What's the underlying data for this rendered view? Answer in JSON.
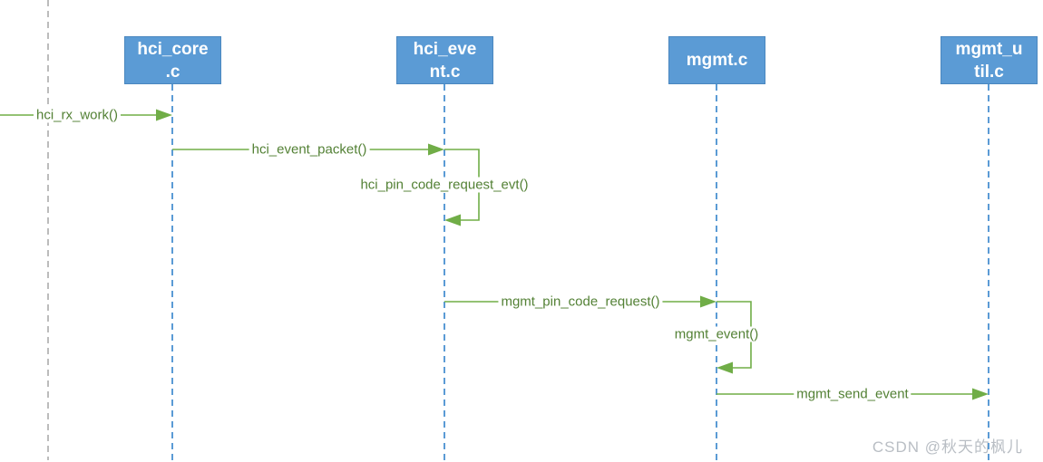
{
  "diagram": {
    "type": "sequence-diagram",
    "actors": [
      {
        "id": "hci_core",
        "full_name": "hci_core.c",
        "line1": "hci_core",
        "line2": ".c"
      },
      {
        "id": "hci_event",
        "full_name": "hci_event.c",
        "line1": "hci_eve",
        "line2": "nt.c"
      },
      {
        "id": "mgmt",
        "full_name": "mgmt.c",
        "line1": "mgmt.c",
        "line2": ""
      },
      {
        "id": "mgmt_util",
        "full_name": "mgmt_util.c",
        "line1": "mgmt_u",
        "line2": "til.c"
      }
    ],
    "messages": [
      {
        "label": "hci_rx_work()",
        "from": "external",
        "to": "hci_core.c",
        "type": "call"
      },
      {
        "label": "hci_event_packet()",
        "from": "hci_core.c",
        "to": "hci_event.c",
        "type": "call"
      },
      {
        "label": "hci_pin_code_request_evt()",
        "from": "hci_event.c",
        "to": "hci_event.c",
        "type": "self-call"
      },
      {
        "label": "mgmt_pin_code_request()",
        "from": "hci_event.c",
        "to": "mgmt.c",
        "type": "call"
      },
      {
        "label": "mgmt_event()",
        "from": "mgmt.c",
        "to": "mgmt.c",
        "type": "self-call"
      },
      {
        "label": "mgmt_send_event",
        "from": "mgmt.c",
        "to": "mgmt_util.c",
        "type": "call"
      }
    ],
    "colors": {
      "actor_fill": "#5b9bd5",
      "actor_text": "#ffffff",
      "lifeline_blue": "#5b9bd5",
      "lifeline_gray": "#a6a6a6",
      "arrow_green": "#70ad47",
      "label_green": "#538135",
      "watermark_gray": "#b9bec4"
    },
    "watermark": {
      "text": "CSDN @秋天的枫儿"
    }
  }
}
